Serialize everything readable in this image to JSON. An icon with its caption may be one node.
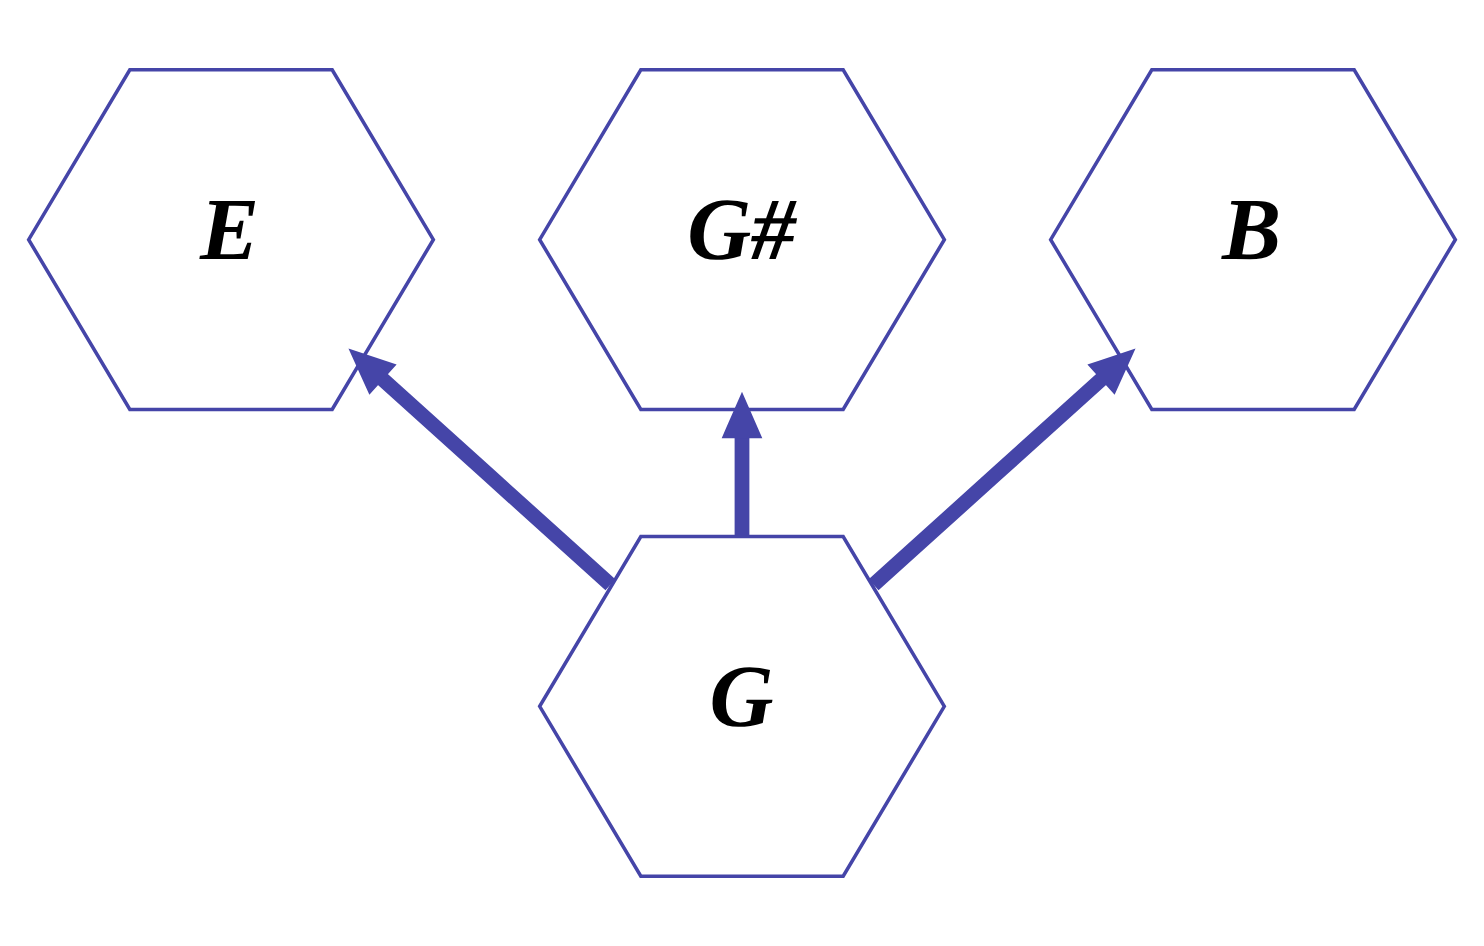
{
  "diagram": {
    "nodes": [
      {
        "text": [
          "G#"
        ]
      },
      {
        "text": [
          "E"
        ]
      },
      {
        "text": [
          "B"
        ]
      },
      {
        "text": [
          "G"
        ]
      }
    ],
    "edges": [
      {
        "from": 3,
        "to": 0,
        "arrow": "to"
      },
      {
        "from": 3,
        "to": 1,
        "arrow": "to"
      },
      {
        "from": 3,
        "to": 2,
        "arrow": "to"
      }
    ]
  }
}
